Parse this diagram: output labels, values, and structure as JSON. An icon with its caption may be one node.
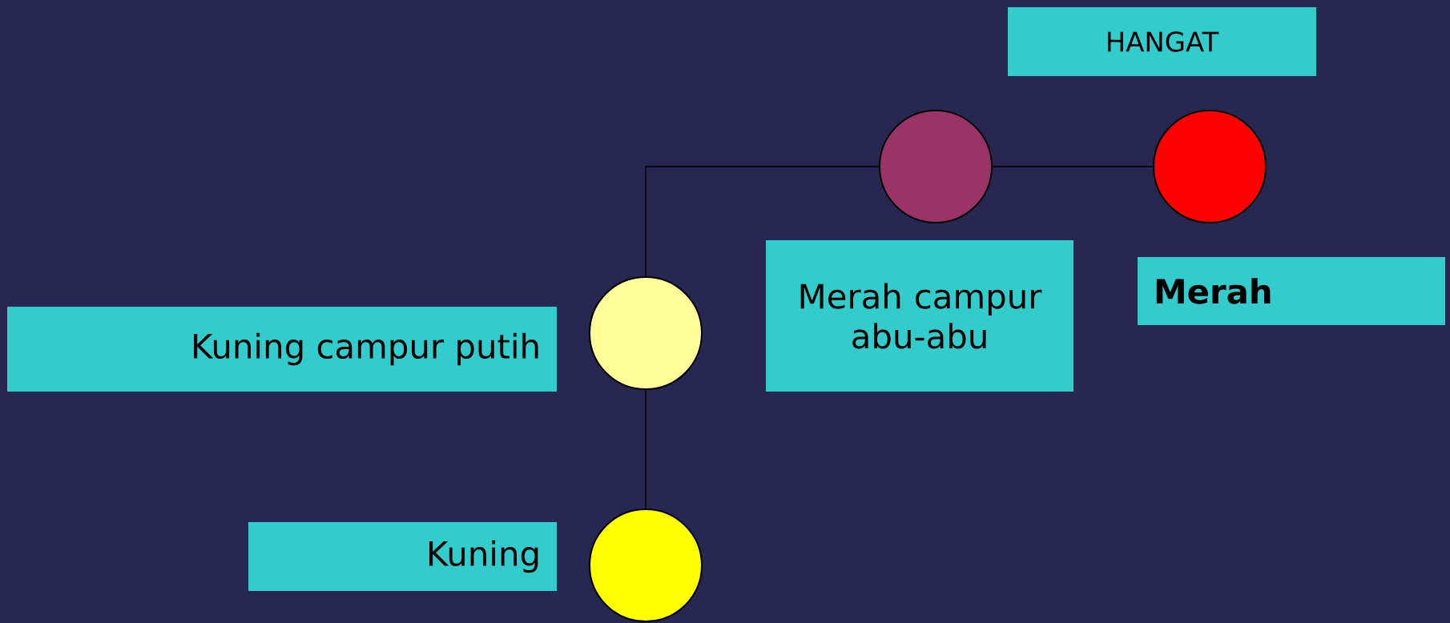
{
  "diagram": {
    "nodes": [
      {
        "text": [
          "HANGAT"
        ]
      },
      {
        "text": [],
        "shape": "circle"
      },
      {
        "text": [],
        "shape": "circle"
      },
      {
        "text": [
          "Merah campur abu-abu"
        ]
      },
      {
        "text": [
          "Merah"
        ]
      },
      {
        "text": [],
        "shape": "circle"
      },
      {
        "text": [
          "Kuning campur putih"
        ]
      },
      {
        "text": [],
        "shape": "circle"
      },
      {
        "text": [
          "Kuning"
        ]
      }
    ],
    "edges": [
      {
        "from": 1,
        "to": 2,
        "arrow": "none"
      },
      {
        "from": 1,
        "to": 5,
        "arrow": "none"
      },
      {
        "from": 5,
        "to": 7,
        "arrow": "none"
      }
    ]
  }
}
